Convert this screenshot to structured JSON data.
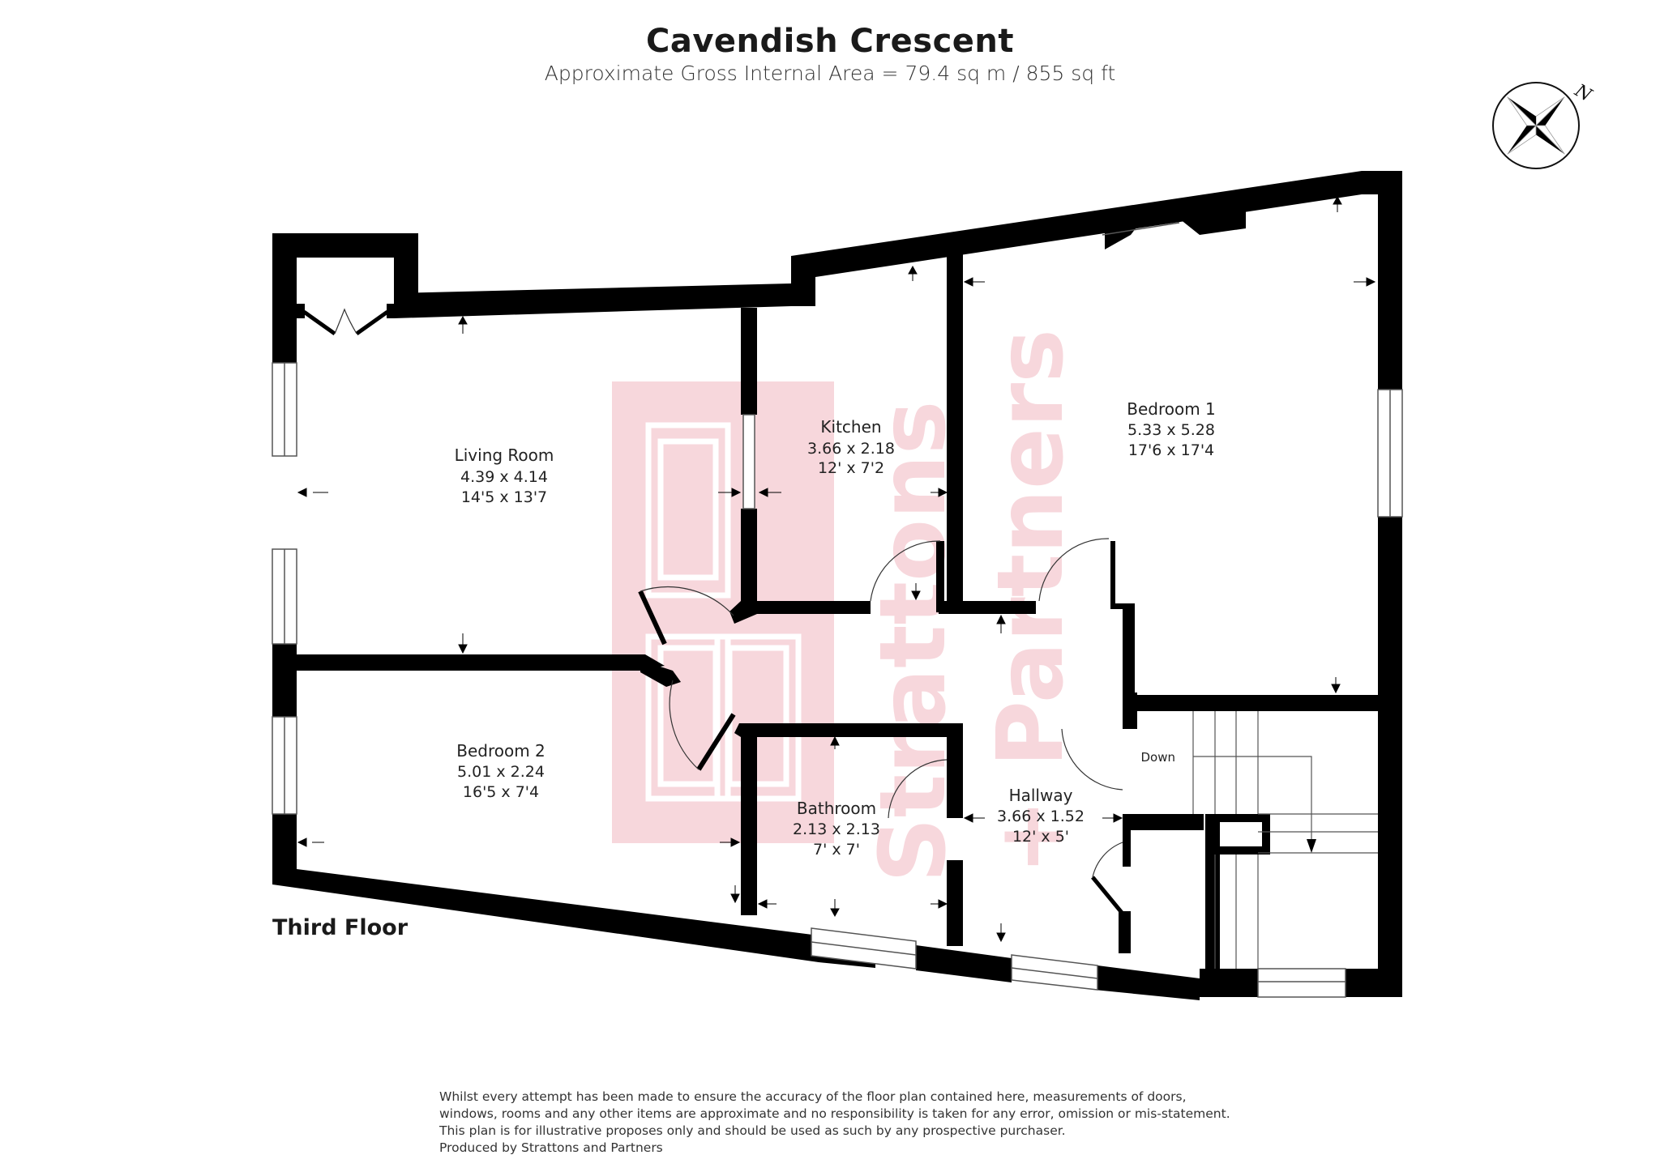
{
  "header": {
    "title": "Cavendish Crescent",
    "subtitle": "Approximate Gross Internal Area = 79.4 sq m / 855 sq ft"
  },
  "compass": {
    "icon": "compass-rose-icon",
    "north_label": "N"
  },
  "floor": {
    "label": "Third Floor"
  },
  "rooms": [
    {
      "name": "Living Room",
      "metric": "4.39 x 4.14",
      "imperial": "14'5 x 13'7"
    },
    {
      "name": "Kitchen",
      "metric": "3.66 x 2.18",
      "imperial": "12' x 7'2"
    },
    {
      "name": "Bedroom 1",
      "metric": "5.33 x 5.28",
      "imperial": "17'6 x 17'4"
    },
    {
      "name": "Bedroom 2",
      "metric": "5.01 x 2.24",
      "imperial": "16'5 x 7'4"
    },
    {
      "name": "Bathroom",
      "metric": "2.13 x 2.13",
      "imperial": "7' x 7'"
    },
    {
      "name": "Hallway",
      "metric": "3.66 x 1.52",
      "imperial": "12' x 5'"
    }
  ],
  "stairs": {
    "label": "Down"
  },
  "watermark": {
    "line1": "Strattons",
    "line2": "+ Partners",
    "color": "#f7d7dc"
  },
  "colors": {
    "wall": "#000000",
    "background": "#ffffff",
    "watermark": "#f7d7dc"
  },
  "disclaimer": {
    "lines": [
      "Whilst every attempt has been made to ensure the accuracy of the floor plan contained here, measurements of doors,",
      "windows, rooms and any other items are approximate and no responsibility is taken for any error, omission or mis-statement.",
      "This plan is for illustrative proposes only and should be used as such by any prospective purchaser.",
      "Produced by Strattons and Partners"
    ]
  }
}
